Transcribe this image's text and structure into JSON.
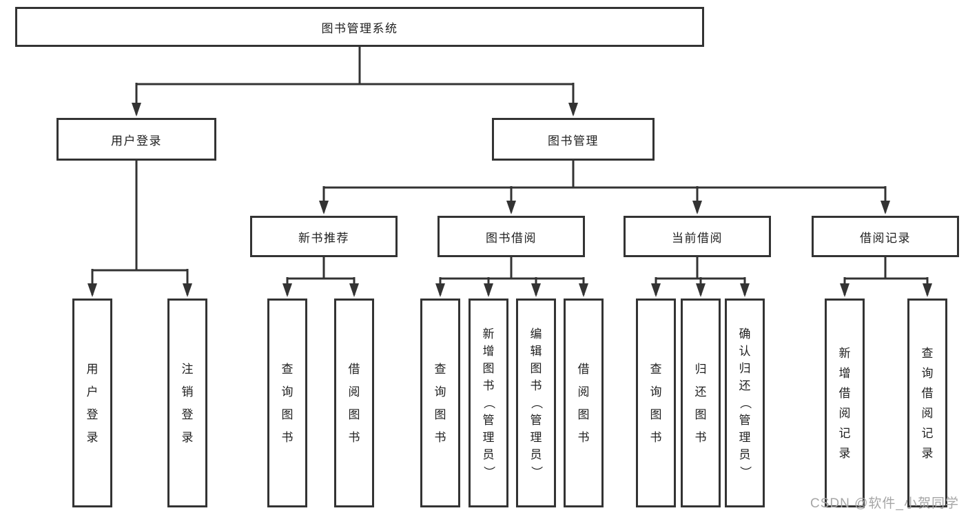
{
  "diagram": {
    "root": {
      "label": "图书管理系统"
    },
    "level2": [
      {
        "label": "用户登录"
      },
      {
        "label": "图书管理"
      }
    ],
    "level3": [
      {
        "label": "新书推荐",
        "parent": "图书管理"
      },
      {
        "label": "图书借阅",
        "parent": "图书管理"
      },
      {
        "label": "当前借阅",
        "parent": "图书管理"
      },
      {
        "label": "借阅记录",
        "parent": "图书管理"
      }
    ],
    "leaves": [
      {
        "label": "用户登录",
        "parent": "用户登录"
      },
      {
        "label": "注销登录",
        "parent": "用户登录"
      },
      {
        "label": "查询图书",
        "parent": "新书推荐"
      },
      {
        "label": "借阅图书",
        "parent": "新书推荐"
      },
      {
        "label": "查询图书",
        "parent": "图书借阅"
      },
      {
        "label": "新增图书（管理员）",
        "parent": "图书借阅"
      },
      {
        "label": "编辑图书（管理员）",
        "parent": "图书借阅"
      },
      {
        "label": "借阅图书",
        "parent": "图书借阅"
      },
      {
        "label": "查询图书",
        "parent": "当前借阅"
      },
      {
        "label": "归还图书",
        "parent": "当前借阅"
      },
      {
        "label": "确认归还（管理员）",
        "parent": "当前借阅"
      },
      {
        "label": "新增借阅记录",
        "parent": "借阅记录"
      },
      {
        "label": "查询借阅记录",
        "parent": "借阅记录"
      }
    ],
    "watermark": "CSDN @软件_小贺同学",
    "colors": {
      "line": "#333333",
      "box_border": "#333333",
      "text": "#1f1f1f",
      "watermark": "#a6a6a6",
      "background": "#ffffff"
    }
  }
}
